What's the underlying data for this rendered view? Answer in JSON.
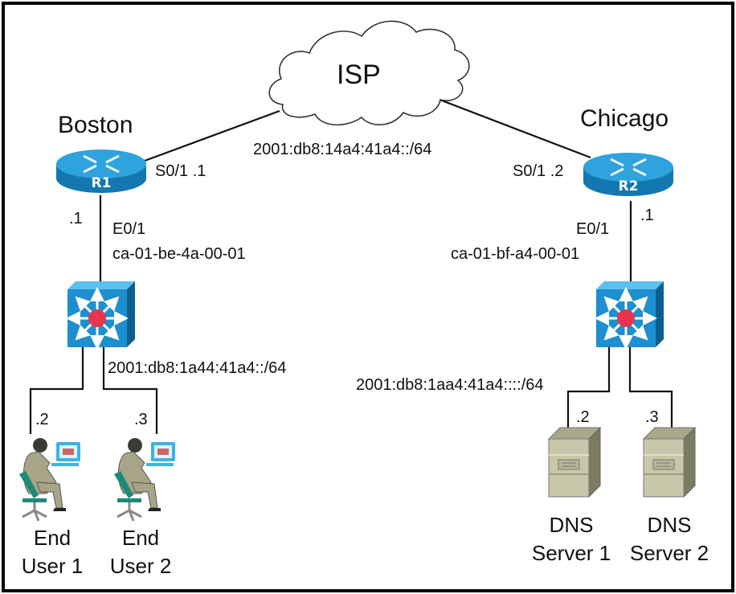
{
  "cloud": {
    "label": "ISP"
  },
  "wan_network": "2001:db8:14a4:41a4::/64",
  "sites": [
    {
      "city": "Boston",
      "router": {
        "label": "R1",
        "serial_interface": "S0/1 .1",
        "lan_interface": "E0/1",
        "lan_mac": "ca-01-be-4a-00-01",
        "lan_host": ".1"
      },
      "lan_network": "2001:db8:1a44:41a4::/64",
      "hosts": [
        {
          "addr": ".2",
          "name_line1": "End",
          "name_line2": "User 1",
          "type": "pc-user"
        },
        {
          "addr": ".3",
          "name_line1": "End",
          "name_line2": "User 2",
          "type": "pc-user"
        }
      ]
    },
    {
      "city": "Chicago",
      "router": {
        "label": "R2",
        "serial_interface": "S0/1 .2",
        "lan_interface": "E0/1",
        "lan_mac": "ca-01-bf-a4-00-01",
        "lan_host": ".1"
      },
      "lan_network": "2001:db8:1aa4:41a4::::/64",
      "hosts": [
        {
          "addr": ".2",
          "name_line1": "DNS",
          "name_line2": "Server 1",
          "type": "server"
        },
        {
          "addr": ".3",
          "name_line1": "DNS",
          "name_line2": "Server 2",
          "type": "server"
        }
      ]
    }
  ],
  "colors": {
    "device_blue": "#1e8fcf",
    "device_blue_dark": "#1377b0",
    "switch_core_red": "#e8344e",
    "server_tan": "#c9c7aa",
    "user_suit": "#a8a587",
    "chair_teal": "#1d8a78"
  }
}
